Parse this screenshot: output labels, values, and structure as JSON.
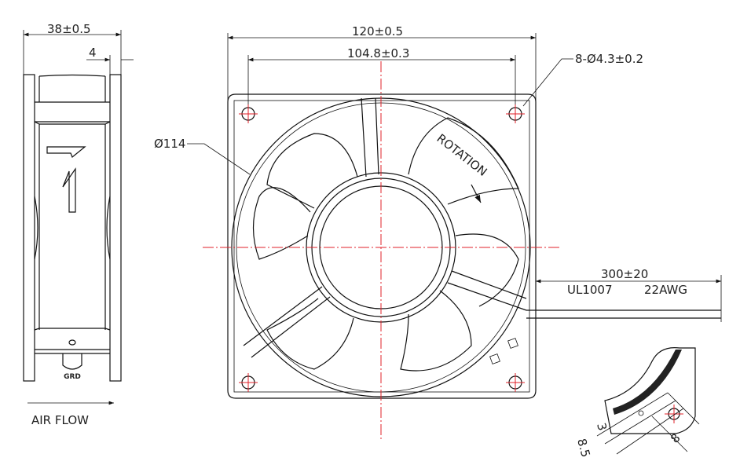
{
  "side_view": {
    "width_dim": "38±0.5",
    "flange_dim": "4",
    "label_mark": "GRD",
    "air_flow": "AIR FLOW"
  },
  "front_view": {
    "frame_dim": "120±0.5",
    "hole_spacing_dim": "104.8±0.3",
    "hole_spec": "8-Ø4.3±0.2",
    "diameter_dim": "Ø114",
    "rotation": "ROTATION",
    "lead_length": "300±20",
    "wire_type": "UL1007",
    "wire_gauge": "22AWG"
  },
  "detail_view": {
    "dim_a": "8.5",
    "dim_b": "3",
    "dim_c": "8"
  },
  "colors": {
    "line": "#111111",
    "centerline": "#e0202a"
  }
}
